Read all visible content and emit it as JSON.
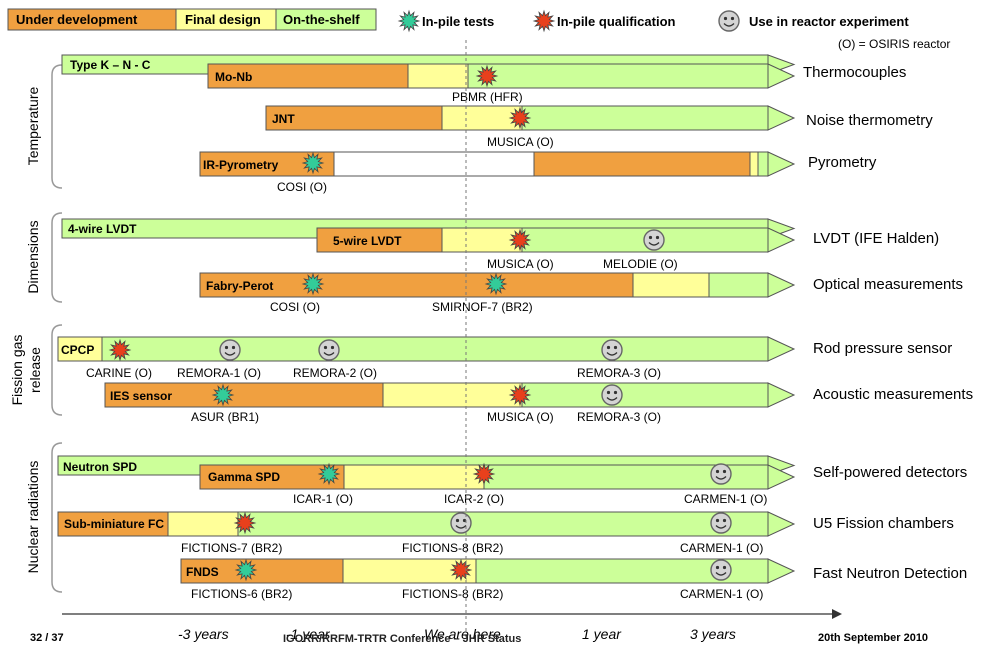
{
  "legend": {
    "under_development": "Under development",
    "final_design": "Final design",
    "on_the_shelf": "On-the-shelf",
    "in_pile_tests": "In-pile tests",
    "in_pile_qualification": "In-pile qualification",
    "use_in_reactor": "Use in reactor experiment",
    "osiris_note": "(O) = OSIRIS reactor"
  },
  "colors": {
    "orange": "#F0A040",
    "yellow": "#FFFF99",
    "green": "#CCFF99",
    "teal_star": "#33CC99",
    "red_star": "#E8401C",
    "smiley": "#D0D0D0"
  },
  "groups": {
    "temperature": "Temperature",
    "dimensions": "Dimensions",
    "fission_gas_1": "Fission gas",
    "fission_gas_2": "release",
    "nuclear": "Nuclear radiations"
  },
  "rows": {
    "r1": {
      "left_label": "Type K – N - C",
      "tech": "Mo-Nb",
      "category": "Thermocouples",
      "m1": "PBMR (HFR)"
    },
    "r2": {
      "tech": "JNT",
      "category": "Noise thermometry",
      "m1": "MUSICA (O)"
    },
    "r3": {
      "tech": "IR-Pyrometry",
      "category": "Pyrometry",
      "m1": "COSI (O)"
    },
    "r4": {
      "left_label": "4-wire LVDT",
      "tech": "5-wire LVDT",
      "category": "LVDT (IFE Halden)",
      "m1": "MUSICA (O)",
      "m2": "MELODIE (O)"
    },
    "r5": {
      "tech": "Fabry-Perot",
      "category": "Optical measurements",
      "m1": "COSI (O)",
      "m2": "SMIRNOF-7 (BR2)"
    },
    "r6": {
      "tech": "CPCP",
      "category": "Rod pressure sensor",
      "m1": "CARINE (O)",
      "m2": "REMORA-1 (O)",
      "m3": "REMORA-2 (O)",
      "m4": "REMORA-3 (O)"
    },
    "r7": {
      "tech": "IES sensor",
      "category": "Acoustic measurements",
      "m1": "ASUR (BR1)",
      "m2": "MUSICA (O)",
      "m3": "REMORA-3 (O)"
    },
    "r8": {
      "left_label": "Neutron SPD",
      "tech": "Gamma SPD",
      "category": "Self-powered detectors",
      "m1": "ICAR-1 (O)",
      "m2": "ICAR-2 (O)",
      "m3": "CARMEN-1 (O)"
    },
    "r9": {
      "tech": "Sub-miniature FC",
      "category": "U5 Fission chambers",
      "m1": "FICTIONS-7 (BR2)",
      "m2": "FICTIONS-8 (BR2)",
      "m3": "CARMEN-1 (O)"
    },
    "r10": {
      "tech": "FNDS",
      "category": "Fast Neutron Detection",
      "m1": "FICTIONS-6 (BR2)",
      "m2": "FICTIONS-8 (BR2)",
      "m3": "CARMEN-1 (O)"
    }
  },
  "timeline": {
    "minus3": "-3 years",
    "minus1": "-1 year",
    "here": "We are here",
    "plus1": "1 year",
    "plus3": "3 years"
  },
  "footer": {
    "page": "32 / 37",
    "conference": "IGORR/RRFM-TRTR Conference – JHR Status",
    "date": "20th  September 2010"
  }
}
